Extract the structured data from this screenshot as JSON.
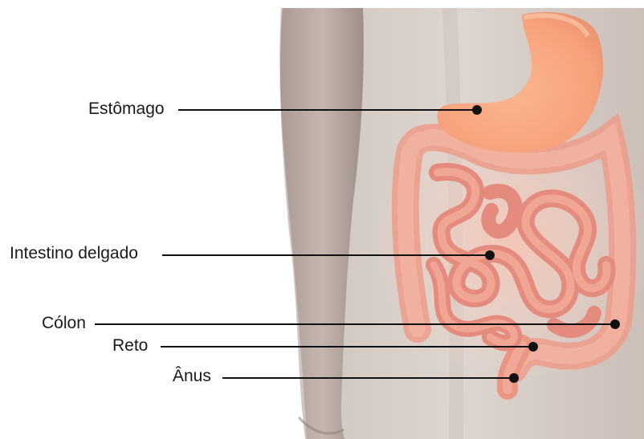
{
  "labels": {
    "stomach": "Estômago",
    "small_intestine": "Intestino delgado",
    "colon": "Cólon",
    "rectum": "Reto",
    "anus": "Ânus"
  }
}
